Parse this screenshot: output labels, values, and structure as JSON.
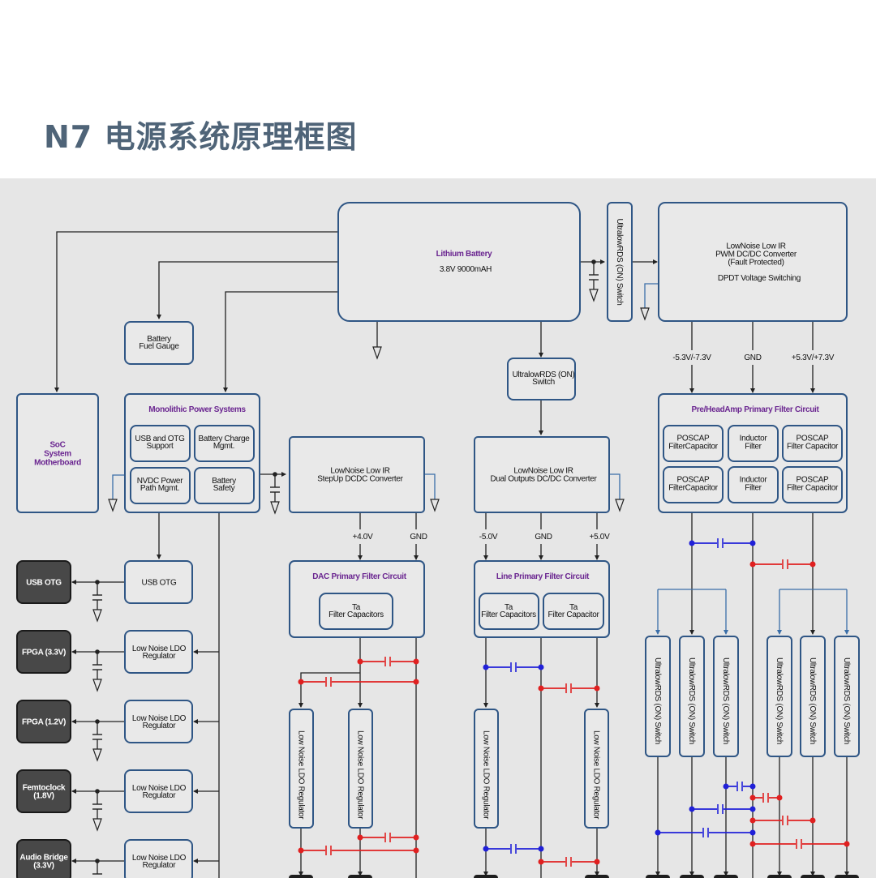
{
  "title": "N7 电源系统原理框图",
  "colors": {
    "title": "#4f6478",
    "panel_bg": "#e6e6e6",
    "box_border": "#2f5685",
    "box_fill": "#e9e9e9",
    "heading_purple": "#6a2590",
    "wire": "#222222",
    "blue_wire": "#3a6ea8",
    "cap_red": "#e02020",
    "cap_blue": "#2020d8",
    "dark_box": "#484848"
  },
  "blocks": {
    "battery": {
      "title": "Lithium Battery",
      "spec": "3.8V 9000mAH"
    },
    "switch_top": {
      "label": "UltralowRDS (ON) Switch"
    },
    "pwm_converter": {
      "lines": [
        "LowNoise Low IR",
        "PWM DC/DC Converter",
        "(Fault Protected)"
      ],
      "sub": "DPDT Voltage Switching"
    },
    "fuel_gauge": {
      "lines": [
        "Battery",
        "Fuel Gauge"
      ]
    },
    "switch_mid": {
      "lines": [
        "UltralowRDS (ON)",
        "Switch"
      ]
    },
    "soc": {
      "lines": [
        "SoC",
        "System",
        "Motherboard"
      ]
    },
    "mps": {
      "title": "Monolithic Power Systems",
      "cells": [
        {
          "lines": [
            "USB and OTG",
            "Support"
          ]
        },
        {
          "lines": [
            "Battery Charge",
            "Mgmt."
          ]
        },
        {
          "lines": [
            "NVDC Power",
            "Path Mgmt."
          ]
        },
        {
          "lines": [
            "Battery",
            "Safety"
          ]
        }
      ]
    },
    "stepup": {
      "lines": [
        "LowNoise Low IR",
        "StepUp DCDC Converter"
      ]
    },
    "dual": {
      "lines": [
        "LowNoise Low IR",
        "Dual Outputs DC/DC Converter"
      ]
    },
    "preamp": {
      "title": "Pre/HeadAmp Primary Filter Circuit",
      "cells": [
        {
          "lines": [
            "POSCAP",
            "FilterCapacitor"
          ]
        },
        {
          "lines": [
            "Inductor",
            "Filter"
          ]
        },
        {
          "lines": [
            "POSCAP",
            "Filter Capacitor"
          ]
        },
        {
          "lines": [
            "POSCAP",
            "FilterCapacitor"
          ]
        },
        {
          "lines": [
            "Inductor",
            "Filter"
          ]
        },
        {
          "lines": [
            "POSCAP",
            "Filter Capacitor"
          ]
        }
      ]
    },
    "dac_filter": {
      "title": "DAC Primary Filter Circuit",
      "cells": [
        {
          "lines": [
            "Ta",
            "Filter Capacitors"
          ]
        }
      ]
    },
    "line_filter": {
      "title": "Line Primary Filter Circuit",
      "cells": [
        {
          "lines": [
            "Ta",
            "Filter Capacitors"
          ]
        },
        {
          "lines": [
            "Ta",
            "Filter Capacitor"
          ]
        }
      ]
    },
    "ldo_vertical_label": "Low Noise LDO Regulator",
    "switch_vertical_label": "UltralowRDS (ON) Switch",
    "left_rows": [
      {
        "source": [
          "USB OTG"
        ],
        "load": [
          "USB OTG"
        ]
      },
      {
        "source": [
          "Low Noise LDO",
          "Regulator"
        ],
        "load": [
          "FPGA (3.3V)"
        ]
      },
      {
        "source": [
          "Low Noise LDO",
          "Regulator"
        ],
        "load": [
          "FPGA (1.2V)"
        ]
      },
      {
        "source": [
          "Low Noise LDO",
          "Regulator"
        ],
        "load": [
          "Femtoclock",
          "(1.8V)"
        ]
      },
      {
        "source": [
          "Low Noise LDO",
          "Regulator"
        ],
        "load": [
          "Audio Bridge",
          "(3.3V)"
        ]
      }
    ]
  },
  "rails": {
    "pwm": [
      "-5.3V/-7.3V",
      "GND",
      "+5.3V/+7.3V"
    ],
    "stepup": [
      "+4.0V",
      "GND"
    ],
    "dual": [
      "-5.0V",
      "GND",
      "+5.0V"
    ]
  }
}
